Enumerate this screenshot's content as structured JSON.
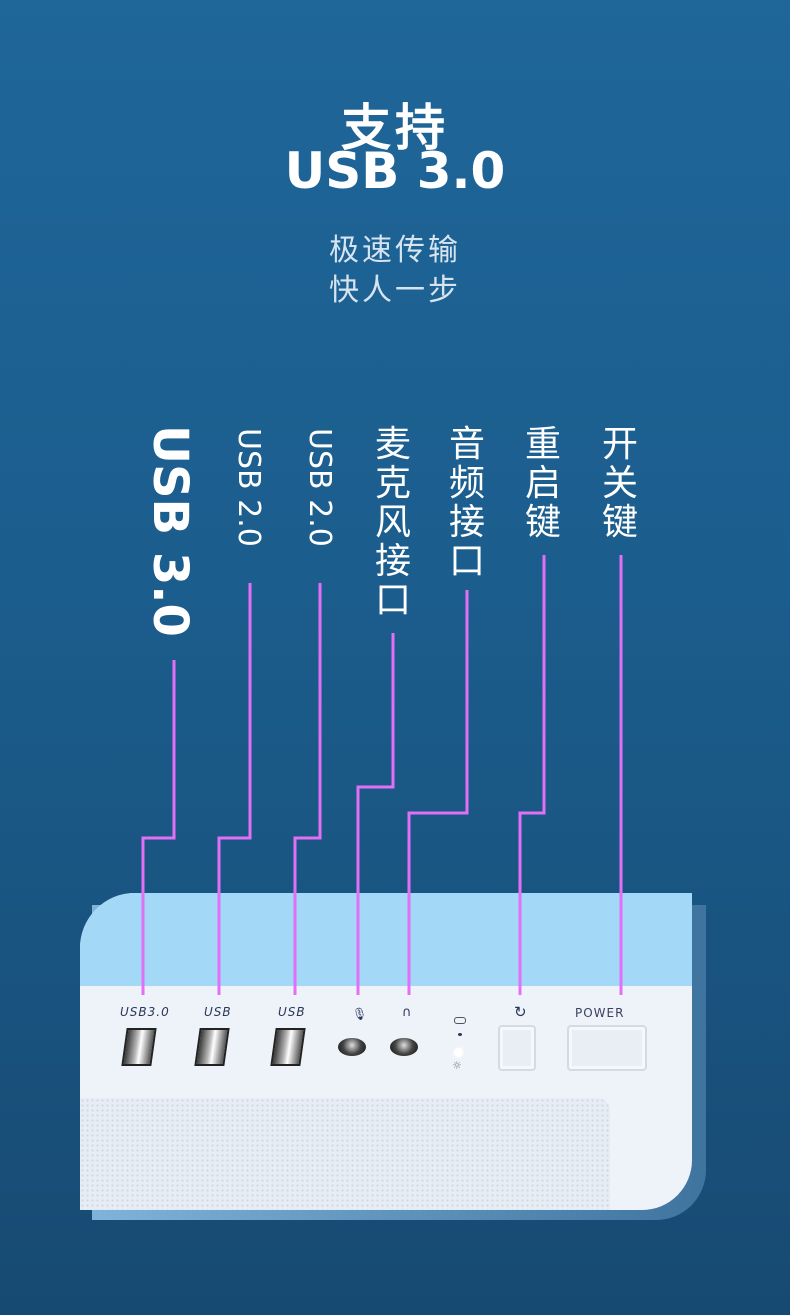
{
  "heading": {
    "line1": "支持",
    "line2": "USB 3.0",
    "sub1": "极速传输",
    "sub2": "快人一步"
  },
  "callouts": [
    {
      "label": "USB 3.0"
    },
    {
      "label": "USB 2.0"
    },
    {
      "label": "USB 2.0"
    },
    {
      "label": "麦克风接口"
    },
    {
      "label": "音频接口"
    },
    {
      "label": "重启键"
    },
    {
      "label": "开关键"
    }
  ],
  "panel": {
    "usb30": "USB3.0",
    "usb_a": "USB",
    "usb_b": "USB",
    "power": "POWER"
  },
  "colors": {
    "line": "#e26ff6",
    "bg_top": "#1f6699",
    "bg_bottom": "#174a72"
  }
}
